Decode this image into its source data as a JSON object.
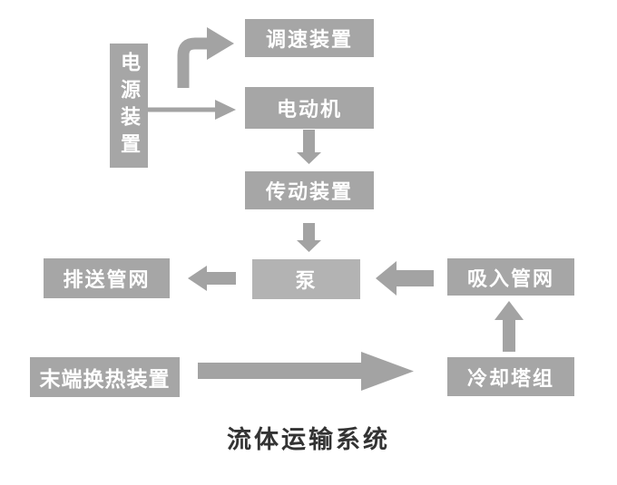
{
  "diagram": {
    "caption": "流体运输系统",
    "nodes": {
      "power": "电源装置",
      "speed_control": "调速装置",
      "motor": "电动机",
      "transmission": "传动装置",
      "pump": "泵",
      "discharge_network": "排送管网",
      "suction_network": "吸入管网",
      "terminal_heat_exchange": "末端换热装置",
      "cooling_tower": "冷却塔组"
    },
    "edges": [
      {
        "from": "电源装置",
        "to": "调速装置"
      },
      {
        "from": "电源装置",
        "to": "电动机"
      },
      {
        "from": "电动机",
        "to": "传动装置"
      },
      {
        "from": "传动装置",
        "to": "泵"
      },
      {
        "from": "泵",
        "to": "排送管网"
      },
      {
        "from": "吸入管网",
        "to": "泵"
      },
      {
        "from": "冷却塔组",
        "to": "吸入管网"
      },
      {
        "from": "末端换热装置",
        "to": "冷却塔组"
      }
    ]
  },
  "colors": {
    "box": "#a6a6a6",
    "pump_box": "#b3b3b3",
    "arrow": "#a3a3a3",
    "box_text": "#ffffff",
    "caption_text": "#333333",
    "background": "#ffffff"
  }
}
